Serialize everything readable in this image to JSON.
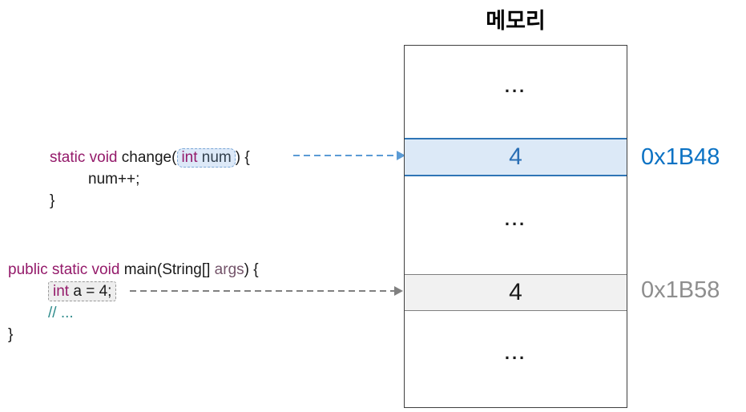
{
  "memory": {
    "title": "메모리",
    "cells": [
      {
        "value": "..."
      },
      {
        "value": "4",
        "address": "0x1B48",
        "highlight": "blue"
      },
      {
        "value": "..."
      },
      {
        "value": "4",
        "address": "0x1B58",
        "highlight": "gray"
      },
      {
        "value": "..."
      }
    ]
  },
  "code": {
    "change_fn": {
      "keywords": "static void",
      "fn_open": "change(",
      "param_type": "int",
      "param_name": "num",
      "fn_close": ") {",
      "body_line": "num++;",
      "closing_brace": "}"
    },
    "main_fn": {
      "keywords": "public static void",
      "fn_open": "main(String[]",
      "arg_name": "args",
      "fn_close": ") {",
      "decl_type": "int",
      "decl_rest": "a = 4;",
      "comment_line": "// ...",
      "closing_brace": "}"
    }
  },
  "colors": {
    "keyword": "#941a6a",
    "comment_teal": "#2e8b8b",
    "cell_blue_bg": "#dce9f7",
    "cell_blue_border": "#2e75b6",
    "arrow_blue": "#5b9bd5",
    "address_blue": "#0b72c4",
    "cell_gray_bg": "#f1f1f1",
    "cell_gray_border": "#7f7f7f",
    "arrow_gray": "#808080",
    "address_gray": "#8e8e8e"
  }
}
